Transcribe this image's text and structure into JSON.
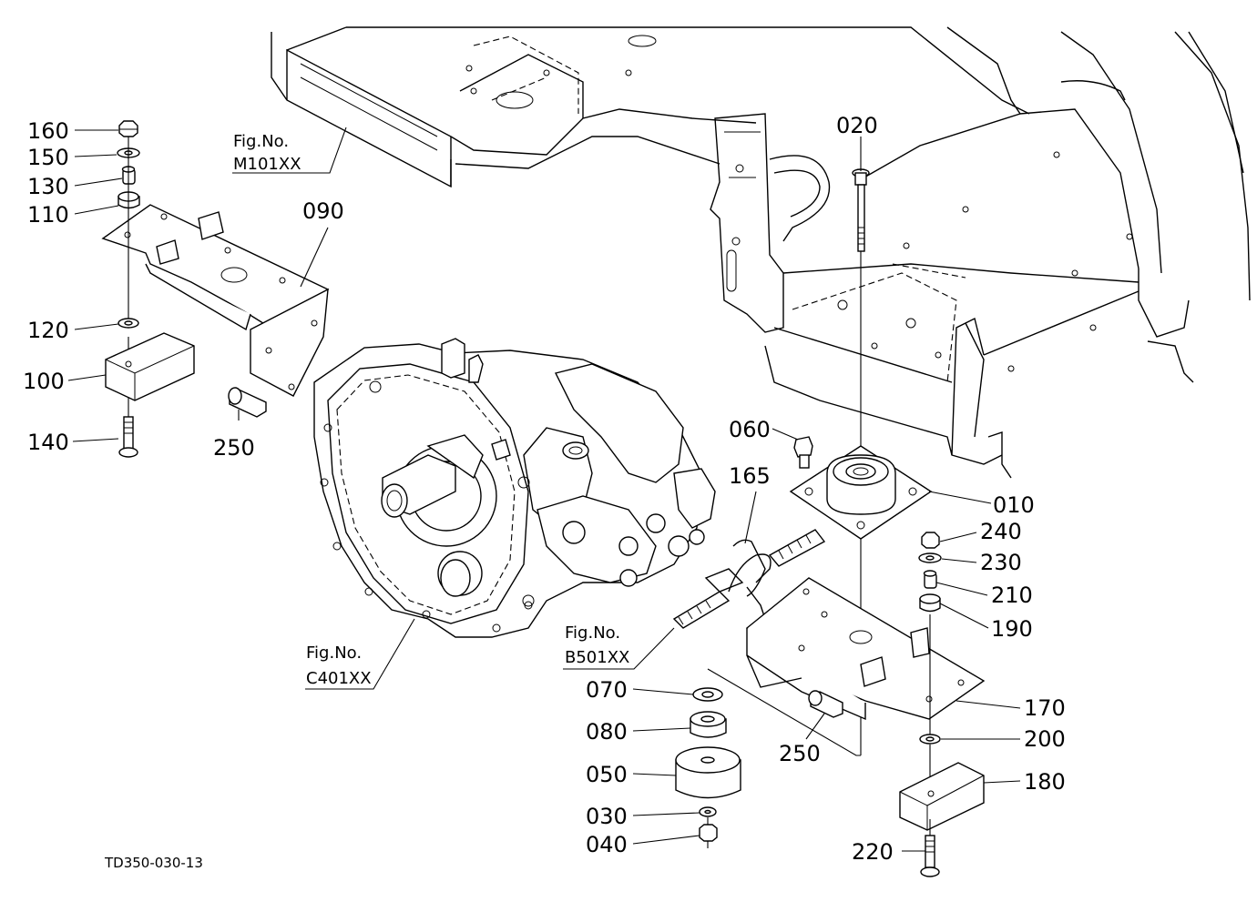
{
  "diagram_code": "TD350-030-13",
  "figure_refs": [
    {
      "prefix": "Fig.No.",
      "code": "M101XX"
    },
    {
      "prefix": "Fig.No.",
      "code": "B501XX"
    },
    {
      "prefix": "Fig.No.",
      "code": "C401XX"
    }
  ],
  "part_callouts": {
    "p160": "160",
    "p150": "150",
    "p130": "130",
    "p110": "110",
    "p090": "090",
    "p120": "120",
    "p100": "100",
    "p140": "140",
    "p250a": "250",
    "p020": "020",
    "p060": "060",
    "p165": "165",
    "p010": "010",
    "p240": "240",
    "p230": "230",
    "p210": "210",
    "p190": "190",
    "p170": "170",
    "p200": "200",
    "p180": "180",
    "p220": "220",
    "p070": "070",
    "p080": "080",
    "p050": "050",
    "p030": "030",
    "p040": "040",
    "p250b": "250"
  }
}
